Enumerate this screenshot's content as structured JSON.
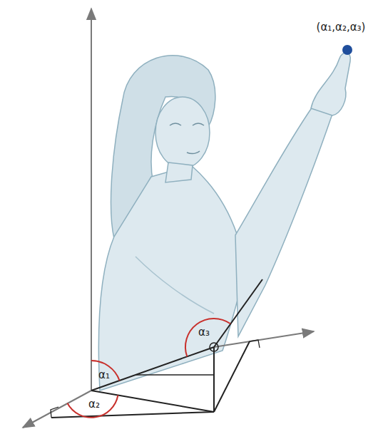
{
  "diagram": {
    "labels": [
      "(α₁,α₂,α₃)",
      "α₁",
      "α₃",
      "α₂"
    ]
  }
}
